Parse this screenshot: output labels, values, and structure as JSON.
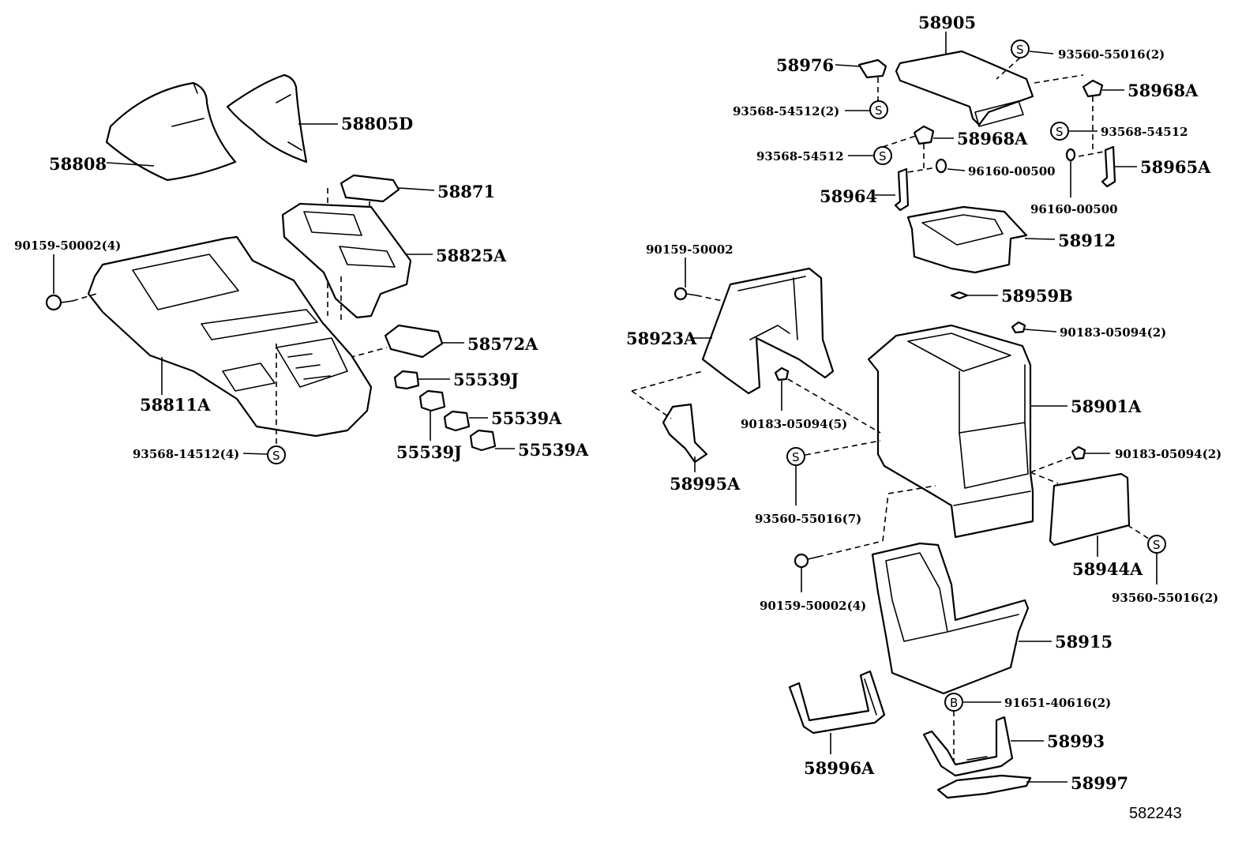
{
  "labels": {
    "p58808": "58808",
    "p58805D": "58805D",
    "p58871": "58871",
    "p58825A": "58825A",
    "p58572A": "58572A",
    "p58811A": "58811A",
    "p90159_4": "90159-50002(4)",
    "p93568_14512": "93568-14512(4)",
    "p55539J_a": "55539J",
    "p55539A_a": "55539A",
    "p55539J_b": "55539J",
    "p55539A_b": "55539A",
    "p58905": "58905",
    "p58976": "58976",
    "p93560_2a": "93560-55016(2)",
    "p58968A_a": "58968A",
    "p93568_54512_2": "93568-54512(2)",
    "p93568_54512_r": "93568-54512",
    "p58968A_b": "58968A",
    "p93568_54512_l": "93568-54512",
    "p96160_a": "96160-00500",
    "p58965A": "58965A",
    "p58964": "58964",
    "p96160_b": "96160-00500",
    "p58912": "58912",
    "p90159_single": "90159-50002",
    "p58959B": "58959B",
    "p58923A": "58923A",
    "p90183_2a": "90183-05094(2)",
    "p58901A": "58901A",
    "p90183_5": "90183-05094(5)",
    "p90183_2b": "90183-05094(2)",
    "p58995A": "58995A",
    "p93560_7": "93560-55016(7)",
    "p58944A": "58944A",
    "p90159_4b": "90159-50002(4)",
    "p93560_2b": "93560-55016(2)",
    "p58915": "58915",
    "p91651": "91651-40616(2)",
    "p58993": "58993",
    "p58996A": "58996A",
    "p58997": "58997"
  },
  "symbols": {
    "screw": "S",
    "bolt": "B"
  },
  "illustration_ref": "582243"
}
